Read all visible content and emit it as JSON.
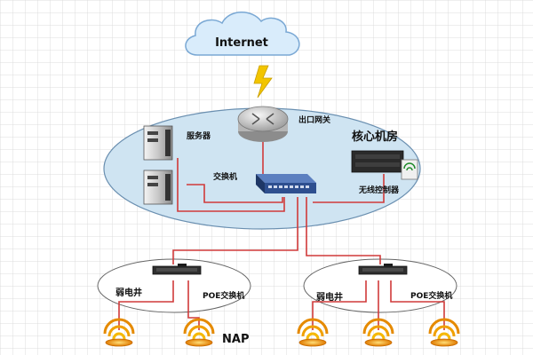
{
  "cloud": {
    "label": "Internet"
  },
  "core": {
    "room_label": "核心机房",
    "server_label": "服务器",
    "gateway_label": "出口网关",
    "switch_label": "交换机",
    "wireless_controller_label": "无线控制器"
  },
  "wells": [
    {
      "label": "弱电井",
      "switch_label": "POE交换机"
    },
    {
      "label": "弱电井",
      "switch_label": "POE交换机"
    }
  ],
  "ap_label": "NAP",
  "colors": {
    "grid": "#dcdcdc",
    "core_fill": "#cfe4f2",
    "link": "#d03a3a",
    "bolt": "#f2c500",
    "switch_body": "#2e4f8f",
    "cloud_fill": "#d9ecfb"
  }
}
